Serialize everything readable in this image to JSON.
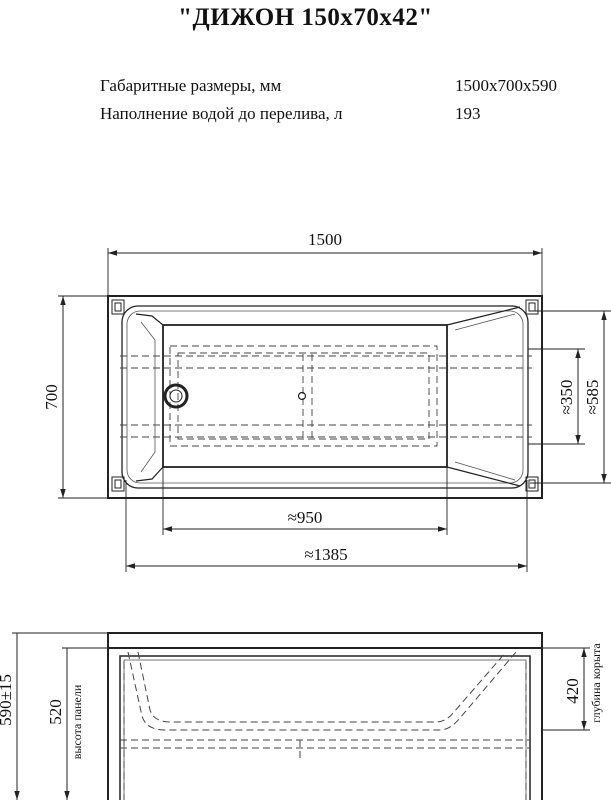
{
  "title": "\"ДИЖОН 150x70x42\"",
  "specs": [
    {
      "label": "Габаритные размеры, мм",
      "value": "1500x700x590"
    },
    {
      "label": "Наполнение водой до перелива, л",
      "value": "193"
    }
  ],
  "top_view": {
    "length": "1500",
    "width": "700",
    "inner_350": "≈350",
    "inner_585": "≈585",
    "inner_950": "≈950",
    "inner_1385": "≈1385"
  },
  "front_view": {
    "height": "590±15",
    "panel_height": "520",
    "panel_height_label": "высота панели",
    "tub_depth": "420",
    "tub_depth_label": "глубина корыта"
  }
}
